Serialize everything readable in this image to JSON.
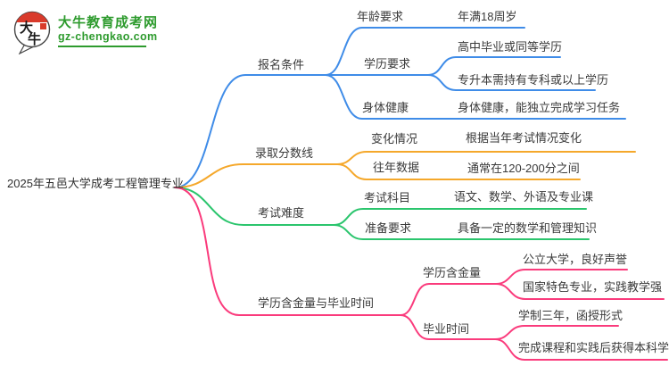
{
  "colors": {
    "blue": "#3f8ce8",
    "orange": "#f5a82b",
    "green": "#2bc56d",
    "pink": "#fa3b7c",
    "logo_green": "#2e9b2e",
    "logo_red": "#d93a2b",
    "text": "#3a3a3a"
  },
  "logo": {
    "brand": "大牛教育成考网",
    "domain": "gz-chengkao.com",
    "icon_chars_top": "大",
    "icon_chars_bottom": "牛"
  },
  "root": {
    "label": "2025年五邑大学成考工程管理专业"
  },
  "branches": [
    {
      "label": "报名条件",
      "color": "#3f8ce8",
      "children": [
        {
          "label": "年龄要求",
          "children": [
            {
              "label": "年满18周岁"
            }
          ]
        },
        {
          "label": "学历要求",
          "children": [
            {
              "label": "高中毕业或同等学历"
            },
            {
              "label": "专升本需持有专科或以上学历"
            }
          ]
        },
        {
          "label": "身体健康",
          "children": [
            {
              "label": "身体健康，能独立完成学习任务"
            }
          ]
        }
      ]
    },
    {
      "label": "录取分数线",
      "color": "#f5a82b",
      "children": [
        {
          "label": "变化情况",
          "children": [
            {
              "label": "根据当年考试情况变化"
            }
          ]
        },
        {
          "label": "往年数据",
          "children": [
            {
              "label": "通常在120-200分之间"
            }
          ]
        }
      ]
    },
    {
      "label": "考试难度",
      "color": "#2bc56d",
      "children": [
        {
          "label": "考试科目",
          "children": [
            {
              "label": "语文、数学、外语及专业课"
            }
          ]
        },
        {
          "label": "准备要求",
          "children": [
            {
              "label": "具备一定的数学和管理知识"
            }
          ]
        }
      ]
    },
    {
      "label": "学历含金量与毕业时间",
      "color": "#fa3b7c",
      "children": [
        {
          "label": "学历含金量",
          "children": [
            {
              "label": "公立大学，良好声誉"
            },
            {
              "label": "国家特色专业，实践教学强"
            }
          ]
        },
        {
          "label": "毕业时间",
          "children": [
            {
              "label": "学制三年，函授形式"
            },
            {
              "label": "完成课程和实践后获得本科学历"
            }
          ]
        }
      ]
    }
  ]
}
